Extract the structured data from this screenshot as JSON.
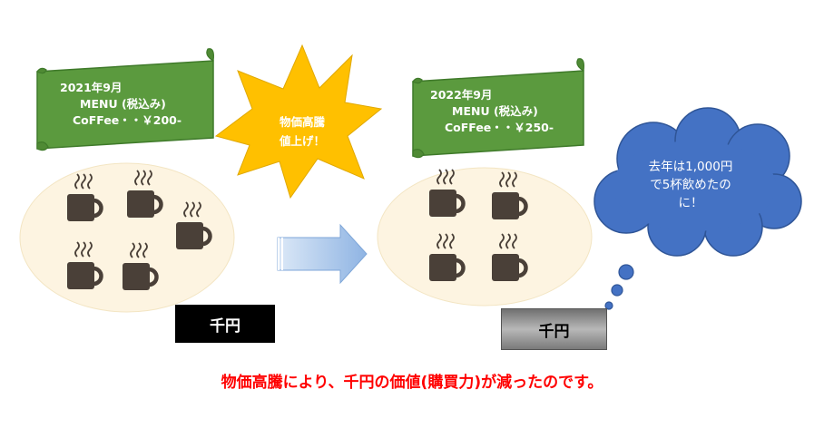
{
  "before": {
    "menu_date": "2021年9月",
    "menu_title": "MENU (税込み)",
    "menu_price": "CoFFee・・￥200-",
    "cups": 5,
    "money": "千円"
  },
  "burst": {
    "line1": "物価高騰",
    "line2": "値上げ！"
  },
  "after": {
    "menu_date": "2022年9月",
    "menu_title": "MENU (税込み)",
    "menu_price": "CoFFee・・￥250-",
    "cups": 4,
    "money": "千円"
  },
  "thought": {
    "line1": "去年は1,000円",
    "line2": "で5杯飲めたの",
    "line3": "に！"
  },
  "caption": "物価高騰により、千円の価値(購買力)が減ったのです。",
  "colors": {
    "scroll": "#5b9a3e",
    "scroll_border": "#3f7a2a",
    "burst": "#ffc000",
    "cloud": "#4472c4",
    "ellipse": "#fdf4e1",
    "mug": "#4a4038",
    "arrow": "#a9c7ea",
    "caption": "#ff0000",
    "money_box_before": "#000000",
    "money_box_after": "#8c8c8c"
  }
}
